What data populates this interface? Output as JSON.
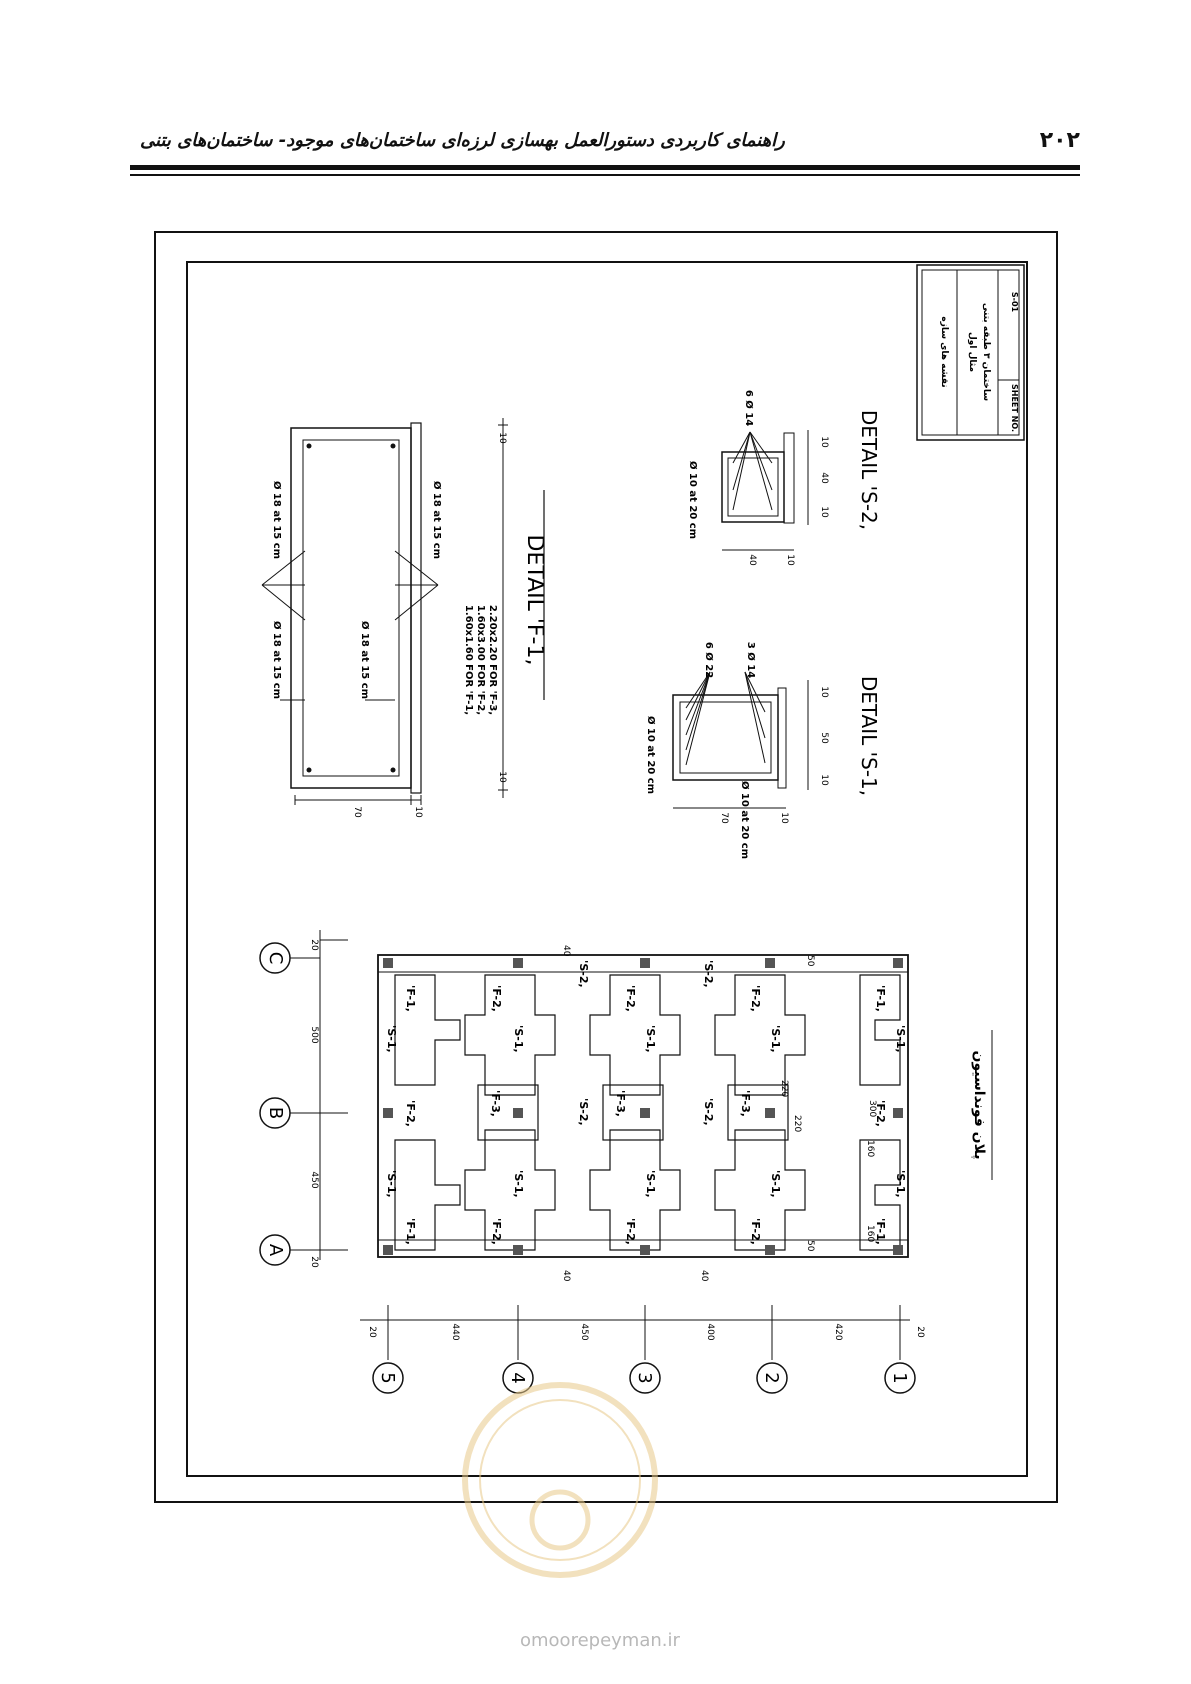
{
  "header": {
    "page_number": "۲۰۲",
    "running_title": "راهنمای کاربردی دستورالعمل بهسازی لرزه‌ای ساختمان‌های موجود- ساختمان‌های بتنی"
  },
  "title_block": {
    "drawing_type": "نقشه های سازه",
    "example": "مثال اول",
    "building": "ساختمان ۳ طبقه بتنی",
    "sheet_label": "SHEET NO.",
    "sheet_no": "S-01"
  },
  "details": {
    "f1": {
      "title": "DETAIL 'F-1,",
      "rebar_top_left": "Ø 18 at 15 cm",
      "rebar_top_right": "Ø 18 at 15 cm",
      "rebar_bottom_left": "Ø 18 at 15 cm",
      "rebar_bottom_right": "Ø 18 at 15 cm",
      "size_f1": "1.60x1.60 FOR 'F-1,",
      "size_f2": "1.60x3.00 FOR 'F-2,",
      "size_f3": "2.20x2.20 FOR 'F-3,",
      "dim_depth": "70",
      "dim_cover": "10",
      "dim_left": "10",
      "dim_right": "10"
    },
    "s1": {
      "title": "DETAIL 'S-1,",
      "stirrup": "Ø 10 at 20 cm",
      "stirrup2": "Ø 10 at 20 cm",
      "top_bars": "6 Ø 22",
      "bottom_bars": "3 Ø 14",
      "dim_depth": "70",
      "dim_cover": "10",
      "dim_width": "50",
      "dim_left": "10",
      "dim_right": "10"
    },
    "s2": {
      "title": "DETAIL 'S-2,",
      "stirrup": "Ø 10 at 20 cm",
      "bars": "6 Ø 14",
      "dim_depth": "40",
      "dim_cover": "10",
      "dim_width": "40",
      "dim_left": "10",
      "dim_right": "10"
    }
  },
  "plan": {
    "title": "پلان فونداسیون",
    "grid_letters": [
      "A",
      "B",
      "C"
    ],
    "grid_numbers": [
      "1",
      "2",
      "3",
      "4",
      "5"
    ],
    "letter_dims": [
      "20",
      "450",
      "500",
      "20"
    ],
    "number_dims": [
      "20",
      "420",
      "400",
      "450",
      "440",
      "20"
    ],
    "footing_f1": "'F-1,",
    "footing_f2": "'F-2,",
    "footing_f3": "'F-3,",
    "strap_s1": "'S-1,",
    "strap_s2": "'S-2,",
    "dim_40": "40",
    "dim_50": "50",
    "dim_160": "160",
    "dim_220": "220",
    "dim_300": "300"
  },
  "watermark": {
    "url": "omoorepeyman.ir"
  }
}
